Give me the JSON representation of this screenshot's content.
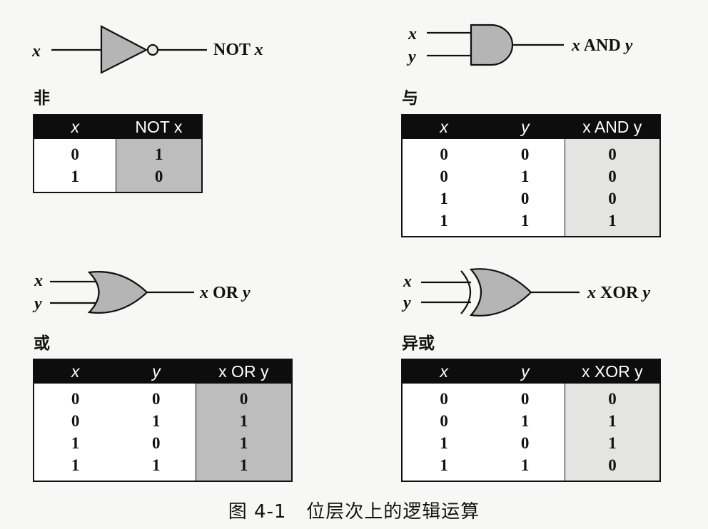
{
  "not_gate": {
    "title": "非",
    "input_x": "x",
    "output_prefix": "NOT",
    "output_var": "x",
    "headers": [
      "x",
      "NOT x"
    ],
    "rows": [
      [
        "0",
        "1"
      ],
      [
        "1",
        "0"
      ]
    ]
  },
  "and_gate": {
    "title": "与",
    "input_x": "x",
    "input_y": "y",
    "output_var1": "x",
    "output_op": "AND",
    "output_var2": "y",
    "headers": [
      "x",
      "y",
      "x AND y"
    ],
    "rows": [
      [
        "0",
        "0",
        "0"
      ],
      [
        "0",
        "1",
        "0"
      ],
      [
        "1",
        "0",
        "0"
      ],
      [
        "1",
        "1",
        "1"
      ]
    ]
  },
  "or_gate": {
    "title": "或",
    "input_x": "x",
    "input_y": "y",
    "output_var1": "x",
    "output_op": "OR",
    "output_var2": "y",
    "headers": [
      "x",
      "y",
      "x OR y"
    ],
    "rows": [
      [
        "0",
        "0",
        "0"
      ],
      [
        "0",
        "1",
        "1"
      ],
      [
        "1",
        "0",
        "1"
      ],
      [
        "1",
        "1",
        "1"
      ]
    ]
  },
  "xor_gate": {
    "title": "异或",
    "input_x": "x",
    "input_y": "y",
    "output_var1": "x",
    "output_op": "XOR",
    "output_var2": "y",
    "headers": [
      "x",
      "y",
      "x XOR y"
    ],
    "rows": [
      [
        "0",
        "0",
        "0"
      ],
      [
        "0",
        "1",
        "1"
      ],
      [
        "1",
        "0",
        "1"
      ],
      [
        "1",
        "1",
        "0"
      ]
    ]
  },
  "caption": "图 4-1   位层次上的逻辑运算",
  "colors": {
    "gate_fill": "#b5b5b5",
    "output_dark": "#bdbdbd",
    "output_light": "#e4e4e2",
    "header_bg": "#0d0d0d"
  }
}
